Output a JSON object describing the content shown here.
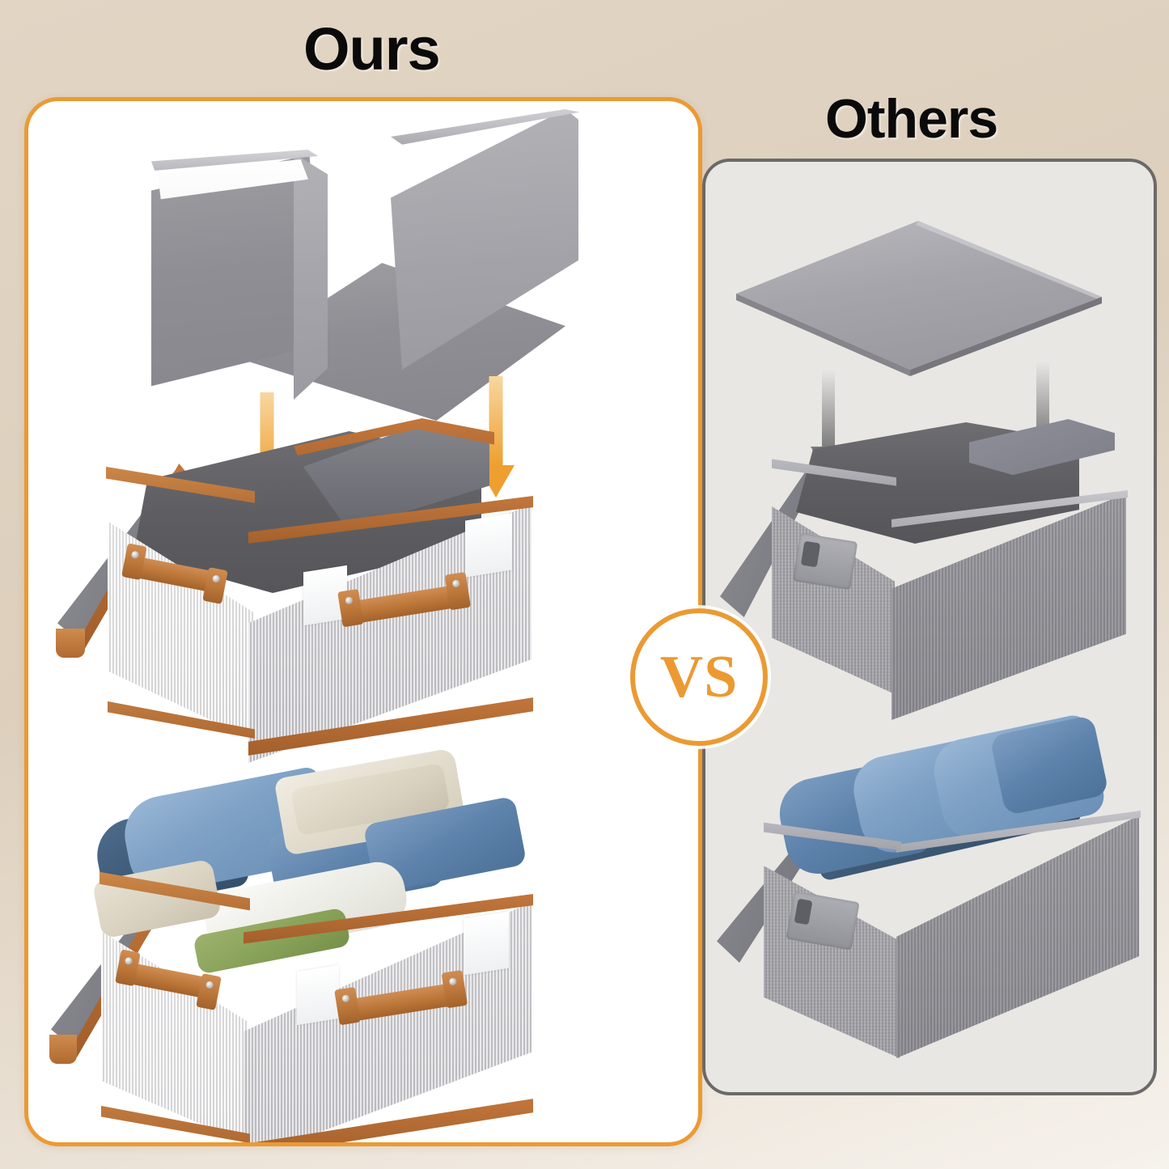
{
  "background": {
    "color": "#ded0be",
    "gradient_to": "#f6f2ec"
  },
  "titles": {
    "ours": "Ours",
    "others": "Others"
  },
  "vs_badge": {
    "label": "VS",
    "color": "#eb9a33"
  },
  "panels": {
    "ours": {
      "name": "Ours",
      "border_color": "#eb9a33",
      "background": "#ffffff",
      "items": [
        {
          "name": "u-shaped-reinforcement-insert",
          "description": "Three-sided grey fabric support panel (two side walls plus base)"
        },
        {
          "name": "storage-box-open-with-leather-trim",
          "description": "White-grey fabric storage box with brown leather trim, two leather handles, grey liner and flip lid"
        },
        {
          "name": "storage-box-filled-with-clothes",
          "description": "Same box filled with folded jeans, cream trousers and knitwear"
        }
      ],
      "arrows": {
        "color": "#ef9f2f",
        "count": 2,
        "direction": "down"
      }
    },
    "others": {
      "name": "Others",
      "border_color": "#6b6a68",
      "background": "#e8e7e4",
      "items": [
        {
          "name": "flat-single-board",
          "description": "Single flat grey board with no side supports"
        },
        {
          "name": "grey-storage-box-open",
          "description": "Grey linen storage box with fabric handle and grey liner"
        },
        {
          "name": "grey-storage-box-filled-with-jeans",
          "description": "Grey linen box holding folded blue jeans, sides bulging"
        }
      ],
      "arrows": {
        "color": "#7c7c7c",
        "count": 2,
        "direction": "down"
      }
    }
  },
  "materials": {
    "ours_fabric": "#e6e6e7",
    "ours_trim": "#b06a32",
    "others_fabric": "#a8a8ad",
    "liner": "#5d5d61"
  }
}
